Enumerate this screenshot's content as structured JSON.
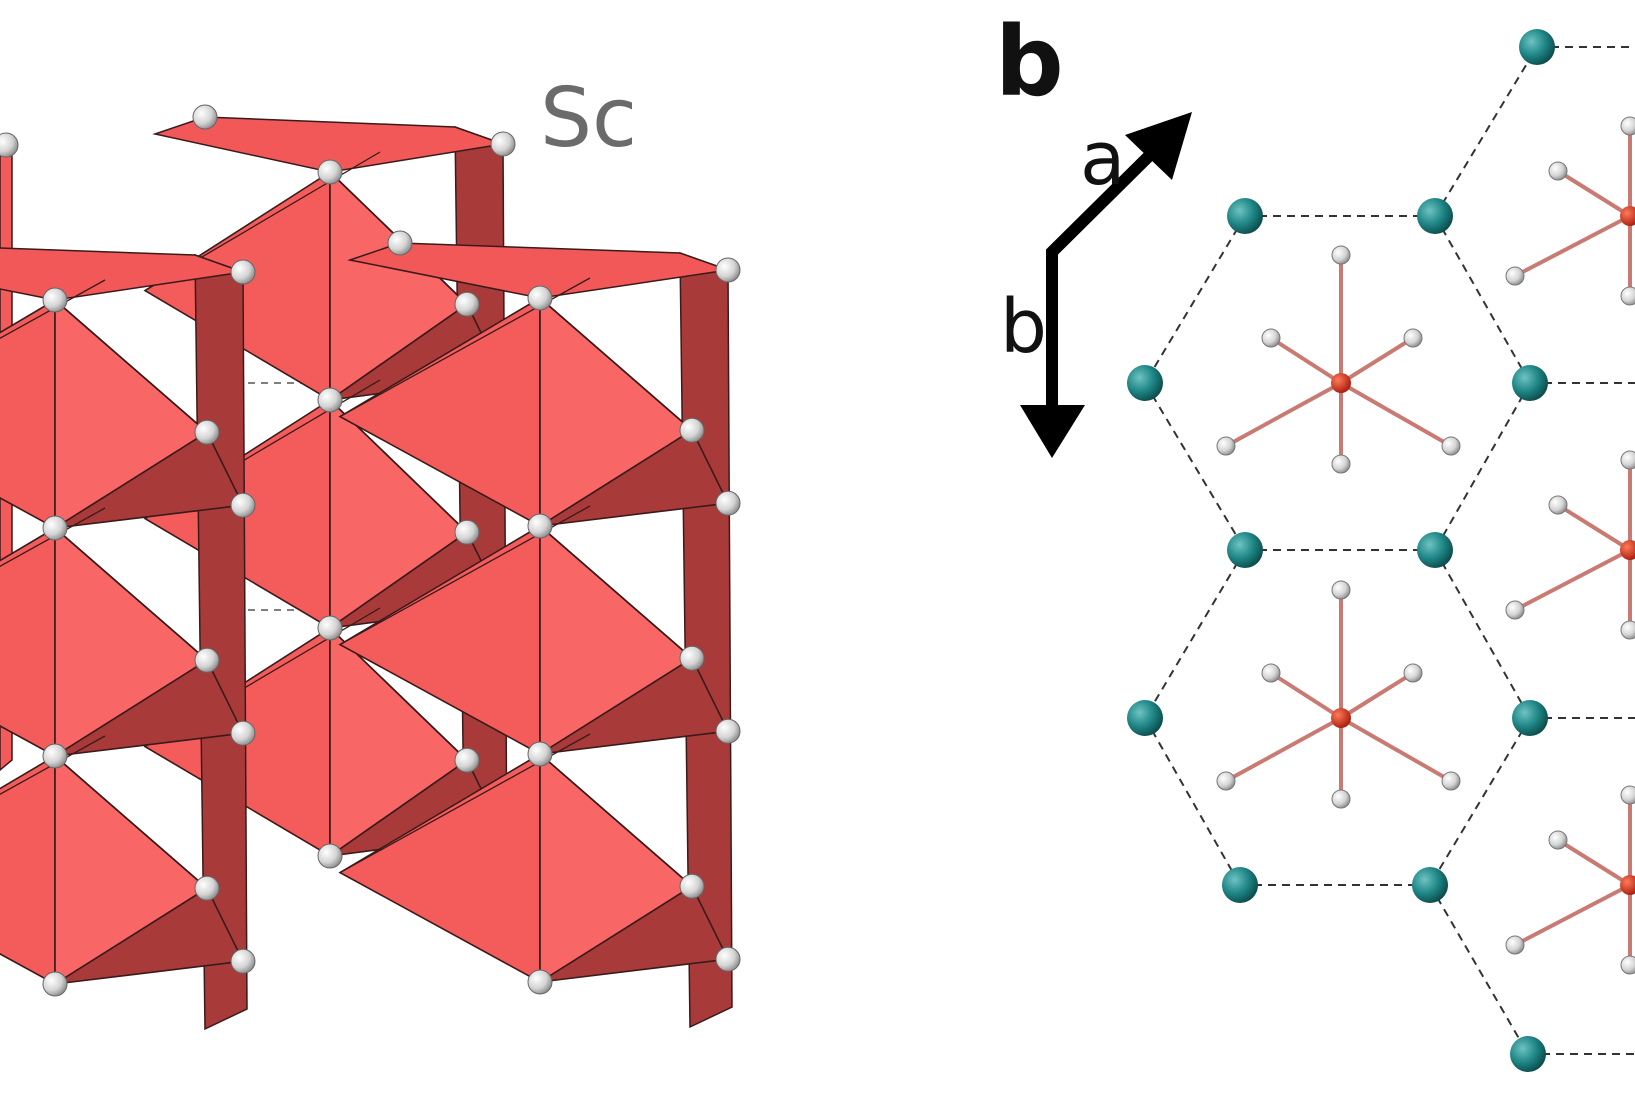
{
  "labels": {
    "element": "Sc",
    "panel": "b",
    "axis_a": "a",
    "axis_b": "b"
  },
  "colors": {
    "polyhedron_face": "#f45c5b",
    "polyhedron_dark": "#a83a3a",
    "vertex_atom": "#d8d8d8",
    "metal_atom": "#1e8585",
    "center_atom": "#cc2a1a",
    "bond": "#c97a72"
  }
}
